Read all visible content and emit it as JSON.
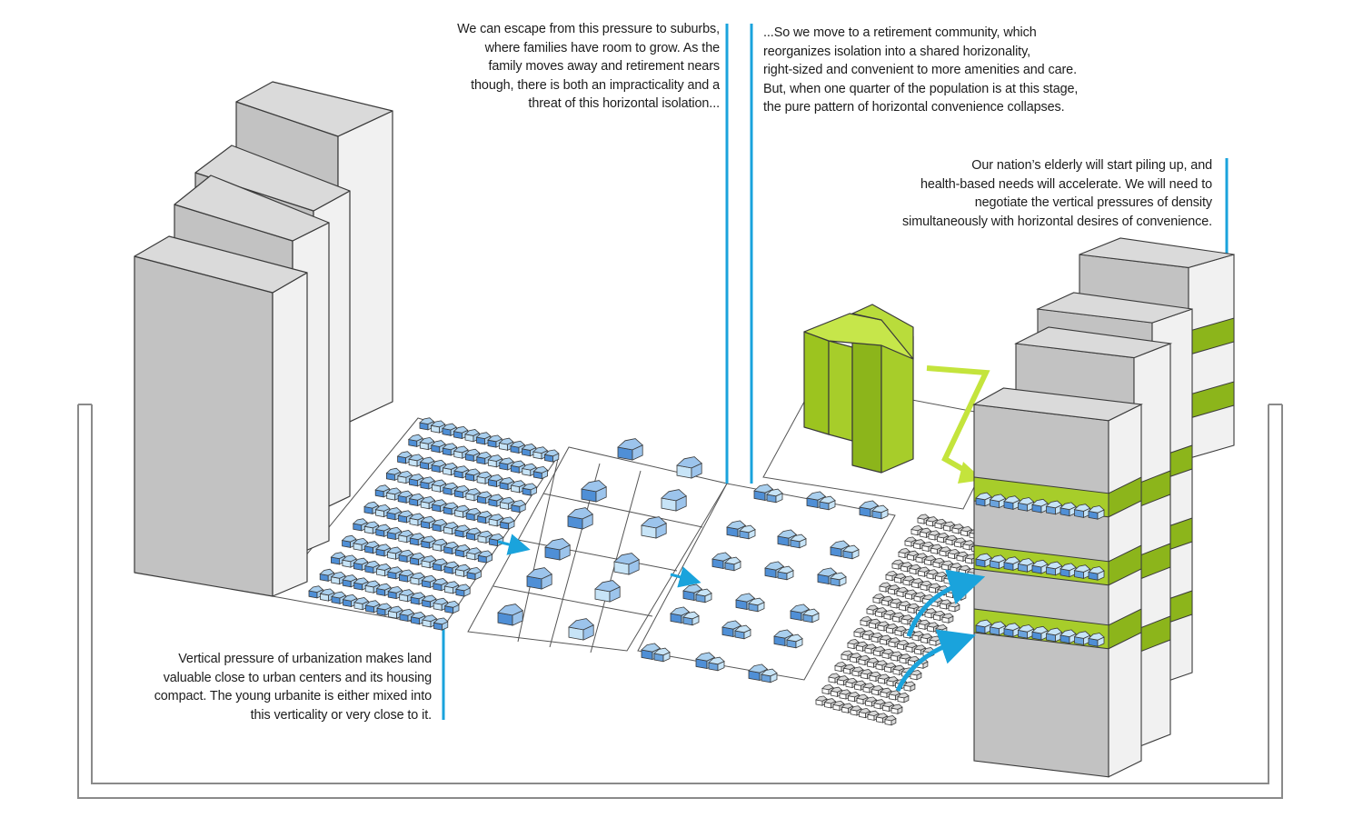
{
  "captions": {
    "suburbs": [
      "We can escape from this pressure to suburbs,",
      "where families have room to grow.  As the",
      "family moves away and retirement nears",
      "though, there is both an impracticality and a",
      "threat of this horizontal isolation..."
    ],
    "retirement": [
      "...So we move to a retirement community, which",
      "reorganizes isolation into a shared horizonality,",
      "right-sized and convenient to more amenities and care.",
      "But, when one quarter of the population is at this stage,",
      "the pure pattern of horizontal convenience collapses."
    ],
    "elderly": [
      "Our nation’s elderly will start piling up, and",
      "health-based needs will accelerate.  We will need to",
      "negotiate the vertical pressures of density",
      "simultaneously with horizontal desires of convenience."
    ],
    "urban": [
      "Vertical pressure of urbanization makes land",
      "valuable close to urban centers and its housing",
      "compact. The young urbanite is either mixed into",
      "this verticality or very close to it."
    ]
  },
  "colors": {
    "leader_blue": "#1aa3dc",
    "tower_front": "#c2c2c2",
    "tower_side": "#f1f1f1",
    "tower_top": "#dadada",
    "green_front": "#a7cd2a",
    "green_side": "#8cb51b",
    "green_top": "#c6e64a",
    "house_blue": "#4f8fd6",
    "house_light": "#c7e4f7",
    "outline": "#3a3a3a",
    "frame": "#8a8a8a"
  }
}
